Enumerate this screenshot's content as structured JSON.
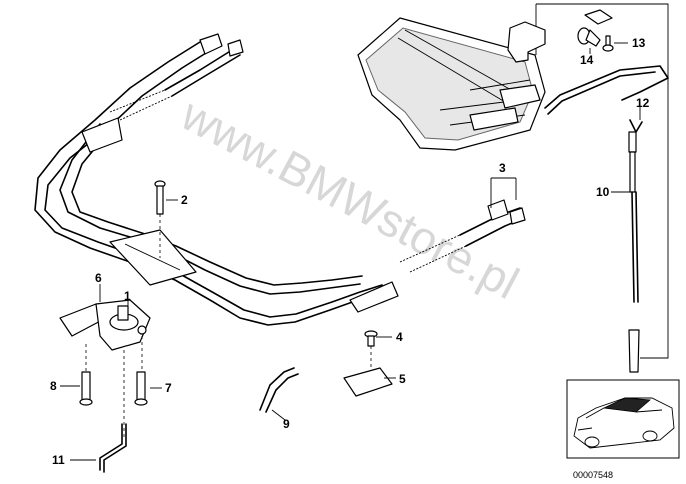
{
  "watermark": "www.BMWstore.pl",
  "reference_number": "00007548",
  "callouts": {
    "c1": "1",
    "c2": "2",
    "c3": "3",
    "c4": "4",
    "c5": "5",
    "c6": "6",
    "c7": "7",
    "c8": "8",
    "c9": "9",
    "c10": "10",
    "c11": "11",
    "c12": "12",
    "c13": "13",
    "c14": "14"
  }
}
